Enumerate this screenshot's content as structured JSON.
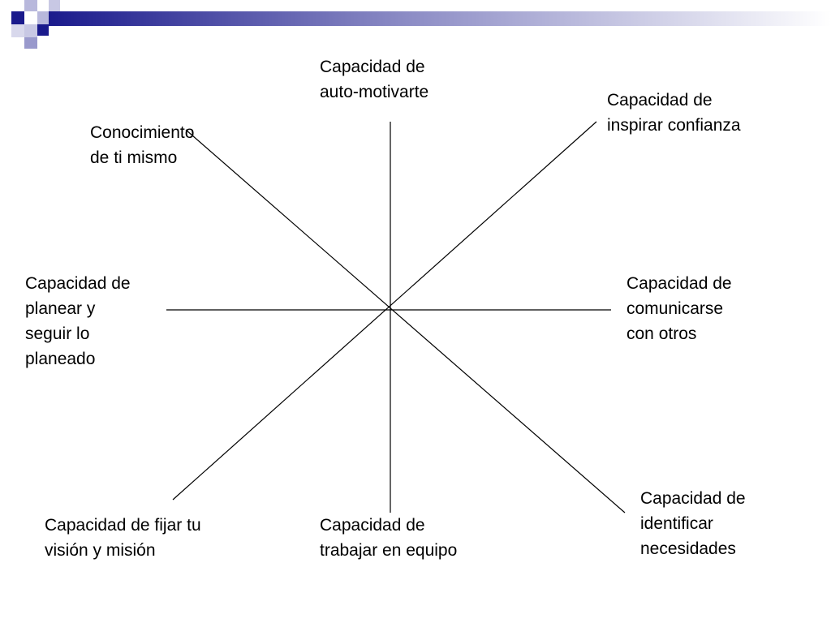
{
  "theme": {
    "accent_dark": "#1a1a8c",
    "accent_light": "#9999cc",
    "line_color": "#000000",
    "text_color": "#000000"
  },
  "labels": {
    "top": "Capacidad de\nauto-motivarte",
    "top_right": "Capacidad de\ninspirar confianza",
    "top_left": "Conocimiento\nde ti mismo",
    "left": "Capacidad de\nplanear y\nseguir lo\nplaneado",
    "right": "Capacidad de\ncomunicarse\ncon otros",
    "bottom_right": "Capacidad de\nidentificar\nnecesidades",
    "bottom_left": "Capacidad de fijar tu\nvisión y misión",
    "bottom": "Capacidad de\ntrabajar en equipo"
  }
}
